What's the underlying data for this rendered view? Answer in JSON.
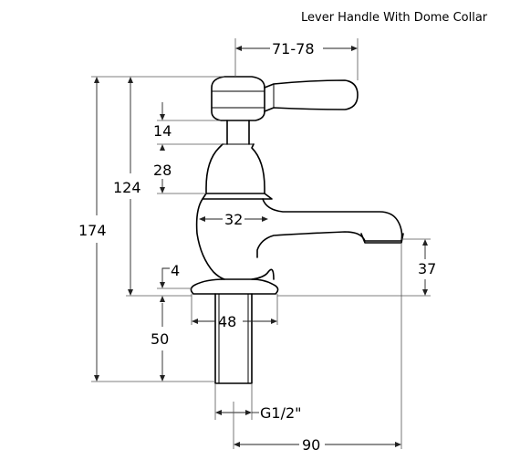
{
  "title": "Lever Handle With Dome Collar",
  "dimensions": {
    "handle_reach": "71-78",
    "handle_gap": "14",
    "stem_height": "28",
    "spout_height": "124",
    "overall_height": "174",
    "spout_width": "32",
    "spout_outlet_height": "37",
    "collar_thickness": "4",
    "base_diameter": "48",
    "shank_length": "50",
    "thread_size": "G1/2\"",
    "overall_projection": "90"
  }
}
